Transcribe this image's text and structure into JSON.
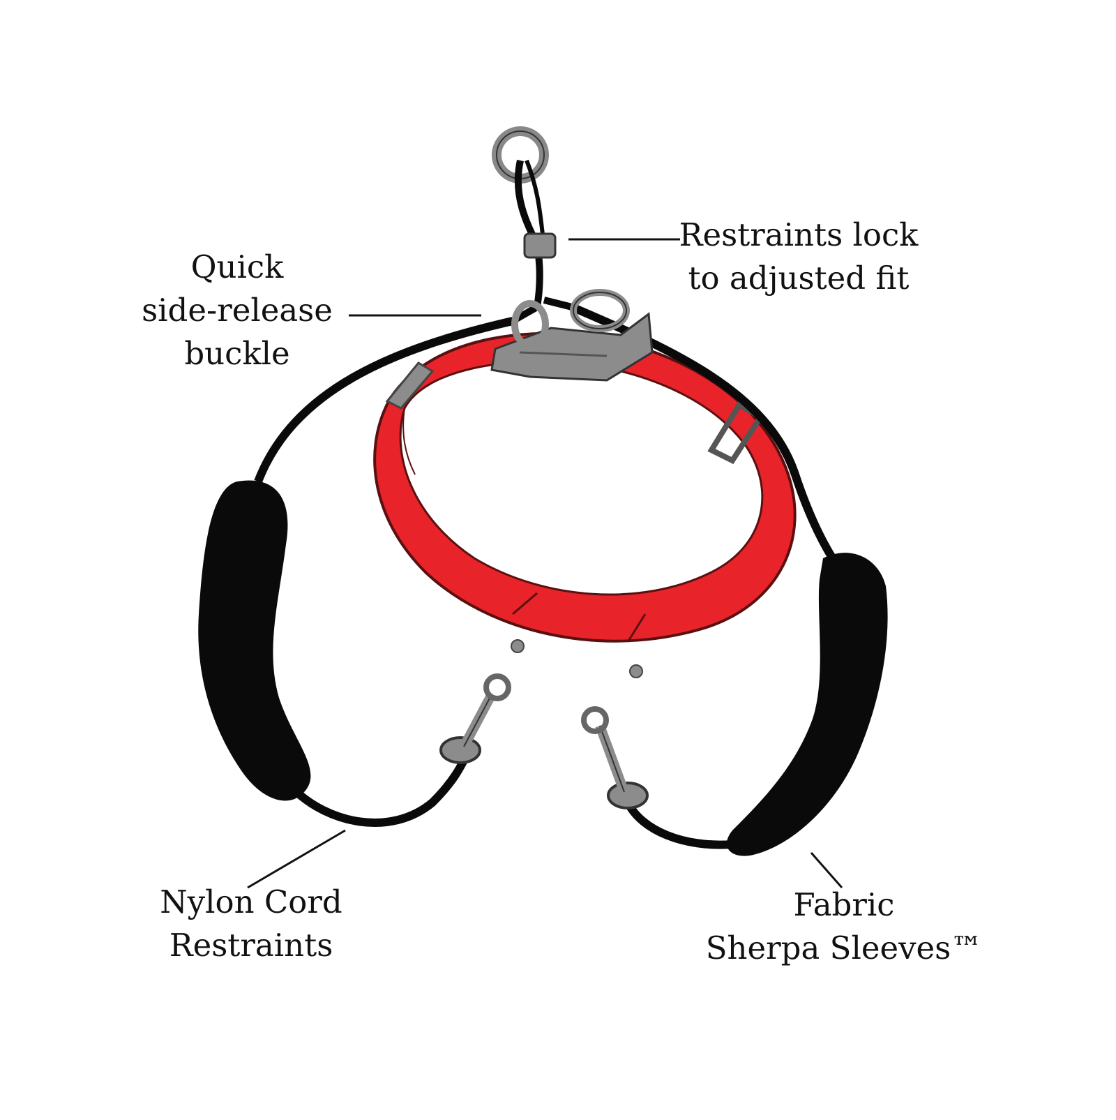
{
  "colors": {
    "collar_red": "#e8242a",
    "collar_outline": "#5a1010",
    "cord_black": "#0a0a0a",
    "hardware_gray": "#8c8c8c",
    "hardware_dark": "#555555",
    "background": "#ffffff"
  },
  "labels": {
    "buckle": {
      "line1": "Quick",
      "line2": "side-release",
      "line3": "buckle"
    },
    "lock": {
      "line1": "Restraints lock",
      "line2": "to adjusted fit"
    },
    "nylon": {
      "line1": "Nylon Cord",
      "line2": "Restraints"
    },
    "sherpa": {
      "line1": "Fabric",
      "line2": "Sherpa Sleeves™"
    }
  }
}
